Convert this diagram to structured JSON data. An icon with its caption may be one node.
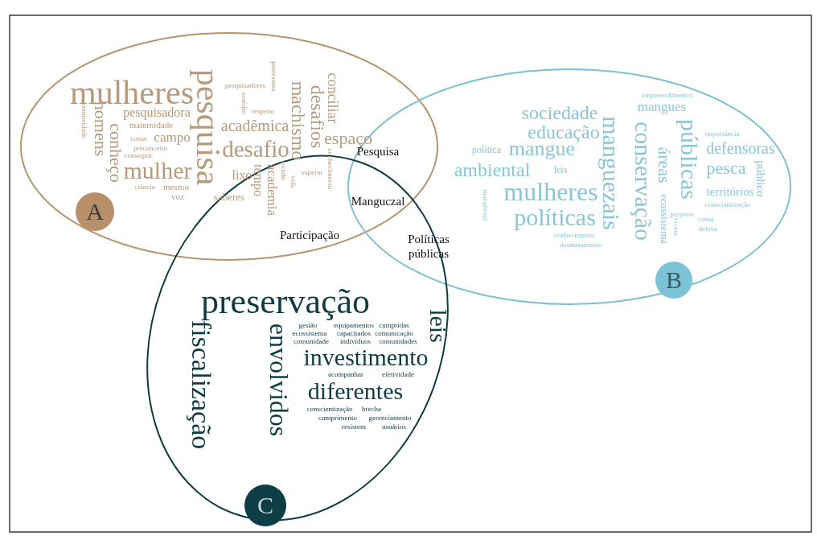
{
  "diagram": {
    "nodes": [
      {
        "text": [
          "professora",
          "pesquisa",
          "conciliar",
          "mulheres",
          "desafios",
          "pesquisadores",
          "machismo",
          "assédio",
          "homens",
          "comunidade",
          "pesquisadora",
          "respeito",
          "acadêmica",
          "maternidade",
          "conheço",
          "espaço",
          "campo",
          "conta",
          "desafio",
          "preconceito",
          "conhecimento",
          "conseguir",
          "mulher",
          "estudo",
          "academia",
          "tempo",
          "superar",
          "lixo",
          "vida",
          "mesmo",
          "ciência",
          "saberes",
          "voz"
        ]
      },
      {
        "text": [
          "empreendimentos",
          "mangues",
          "sociedade",
          "públicas",
          "manguezais",
          "conservação",
          "educação",
          "importância",
          "mangue",
          "defensoras",
          "áreas",
          "política",
          "público",
          "pesca",
          "ambiental",
          "leis",
          "mulheres",
          "territórios",
          "manguezal",
          "ecossistema",
          "conscientização",
          "políticas",
          "projetos",
          "conta",
          "vivem",
          "defesa",
          "conhecimento",
          "desmatamento"
        ]
      },
      {
        "text": [
          "preservação",
          "leis",
          "fiscalização",
          "gestão",
          "equipamentos",
          "cumpridas",
          "envolvidos",
          "ecossistema",
          "capacitados",
          "comunicação",
          "comunidade",
          "indivíduos",
          "comunidades",
          "investimento",
          "acompanhar",
          "efetividade",
          "diferentes",
          "conscientização",
          "brecha",
          "cumprimento",
          "gerenciamento",
          "resistem",
          "usuários"
        ]
      },
      {
        "text": [
          "A"
        ],
        "in": 0
      },
      {
        "text": [
          "B"
        ],
        "in": 1
      },
      {
        "text": [
          "C"
        ]
      }
    ],
    "labels": [
      "Pesquisa",
      "Manguczal",
      "Participação",
      "Políticas públicas"
    ]
  }
}
